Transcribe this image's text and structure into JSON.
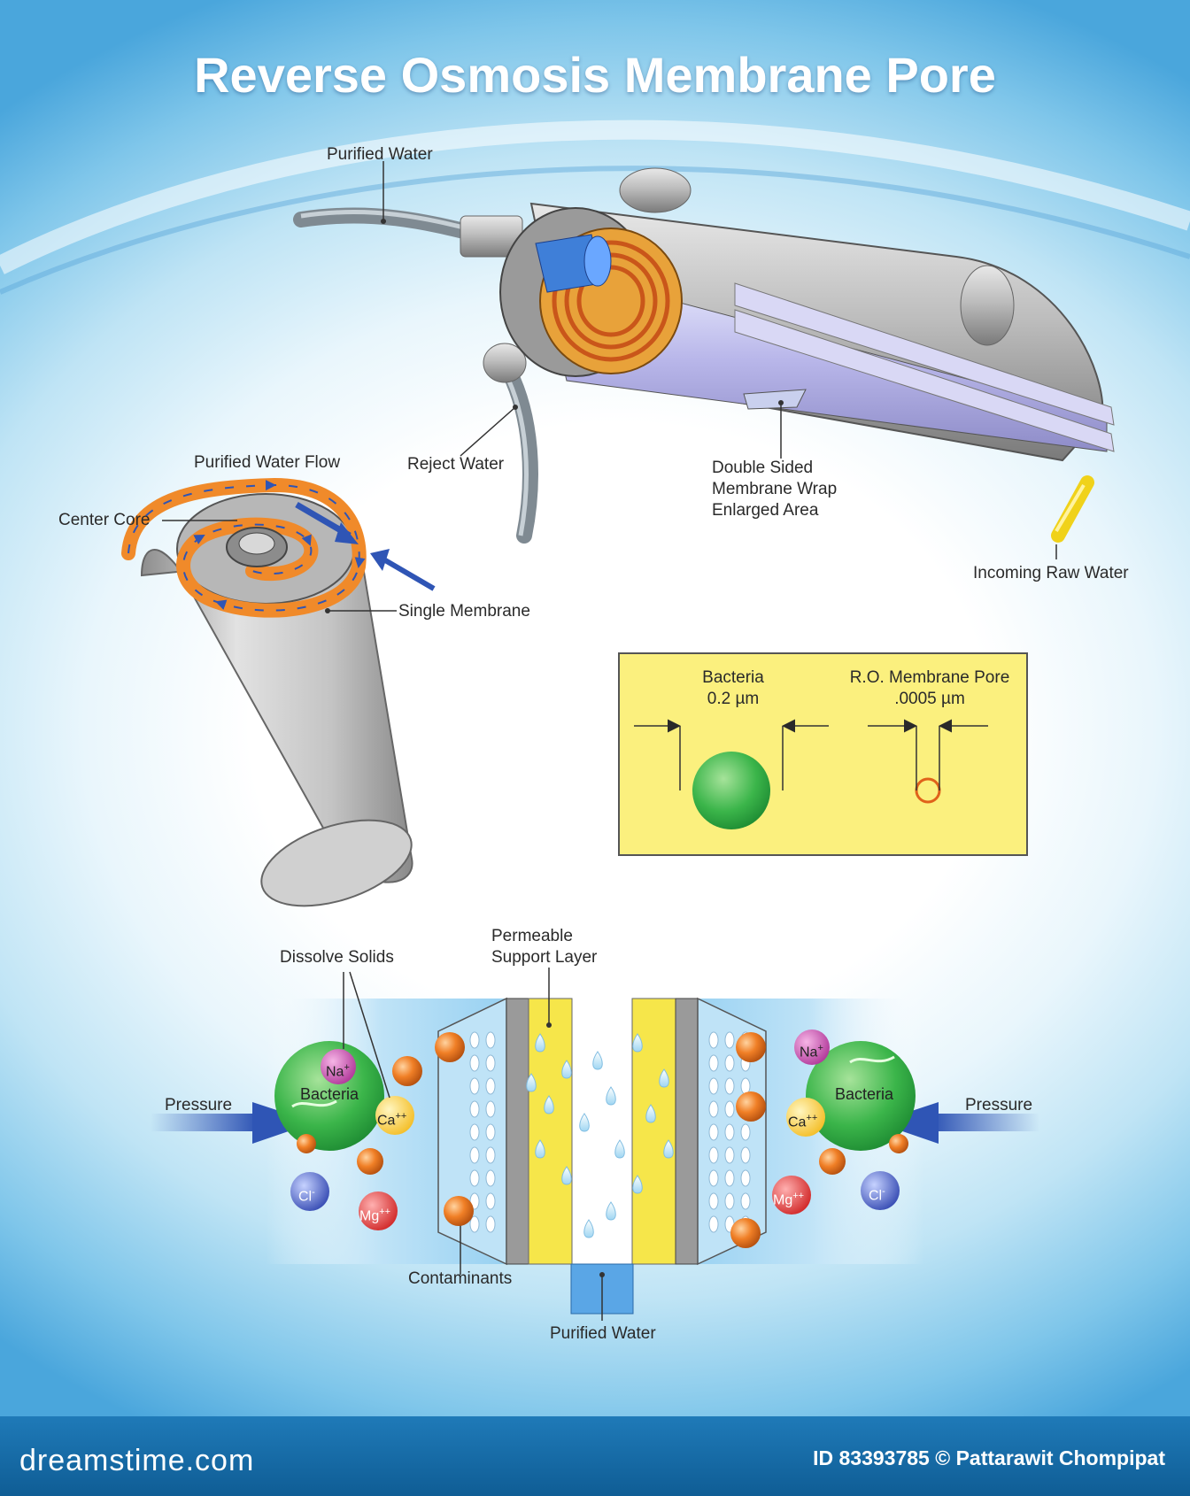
{
  "title": "Reverse Osmosis Membrane Pore",
  "labels": {
    "purified_water_top": "Purified Water",
    "reject_water": "Reject Water",
    "double_sided_1": "Double Sided",
    "double_sided_2": "Membrane Wrap",
    "double_sided_3": "Enlarged Area",
    "incoming_raw_water": "Incoming Raw Water",
    "purified_water_flow": "Purified Water Flow",
    "center_core": "Center Core",
    "single_membrane": "Single Membrane",
    "dissolve_solids": "Dissolve Solids",
    "permeable_1": "Permeable",
    "permeable_2": "Support Layer",
    "pressure_left": "Pressure",
    "pressure_right": "Pressure",
    "contaminants": "Contaminants",
    "purified_water_bottom": "Purified Water"
  },
  "size_box": {
    "bacteria_label": "Bacteria",
    "bacteria_size": "0.2 µm",
    "pore_label": "R.O. Membrane Pore",
    "pore_size": ".0005 µm"
  },
  "particles": {
    "na": "Na",
    "na_charge": "+",
    "ca": "Ca",
    "ca_charge": "++",
    "mg": "Mg",
    "mg_charge": "++",
    "cl": "Cl",
    "cl_charge": "-",
    "bacteria": "Bacteria"
  },
  "footer": {
    "brand": "dreamstime.com",
    "credit": "ID 83393785 © Pattarawit Chompipat"
  },
  "colors": {
    "title_text": "#ffffff",
    "membrane_spiral": "#f08a2a",
    "bacteria_green": "#39b54a",
    "size_box_bg": "#fbf07e",
    "arrow_blue": "#2f55b5",
    "support_layer": "#f6e64a",
    "footer_bg": "#1a6fae"
  }
}
